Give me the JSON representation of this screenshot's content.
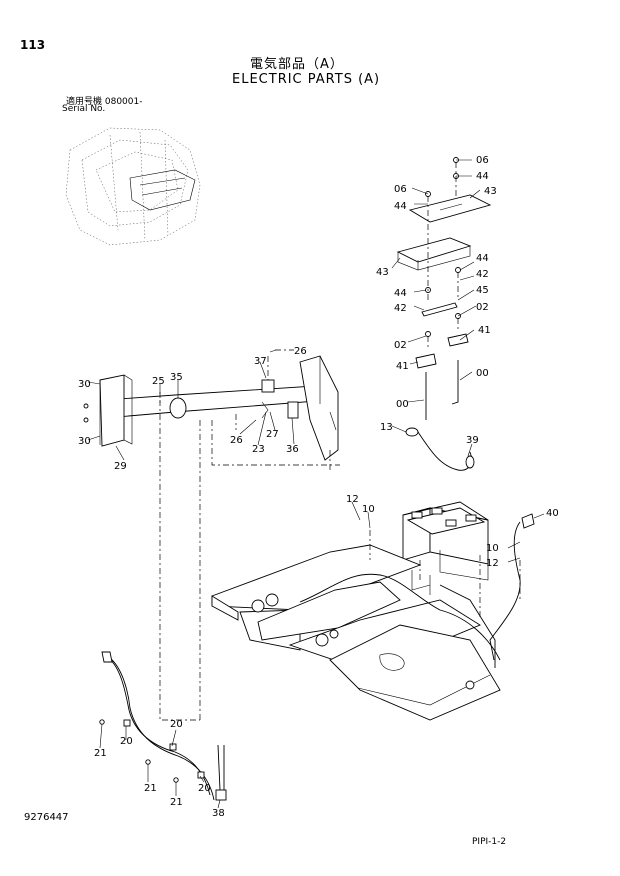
{
  "page_number": "113",
  "title_jp": "電気部品（A）",
  "title_en": "ELECTRIC PARTS (A)",
  "serial_jp": "適用号機 080001-",
  "serial_en": "Serial No.",
  "doc_number": "9276447",
  "page_code": "PIPI-1-2",
  "callouts": {
    "c06a": "06",
    "c44a": "44",
    "c06b": "06",
    "c43a": "43",
    "c44b": "44",
    "c43b": "43",
    "c44c": "44",
    "c42a": "42",
    "c44d": "44",
    "c45": "45",
    "c42b": "42",
    "c02a": "02",
    "c41a": "41",
    "c02b": "02",
    "c41b": "41",
    "c00a": "00",
    "c00b": "00",
    "c13": "13",
    "c39": "39",
    "c26a": "26",
    "c37": "37",
    "c30a": "30",
    "c25": "25",
    "c35": "35",
    "c30b": "30",
    "c29": "29",
    "c26b": "26",
    "c27": "27",
    "c23": "23",
    "c36": "36",
    "c12a": "12",
    "c10a": "10",
    "c40": "40",
    "c10b": "10",
    "c12b": "12",
    "c21a": "21",
    "c20a": "20",
    "c20b": "20",
    "c21b": "21",
    "c21c": "21",
    "c20c": "20",
    "c38": "38"
  }
}
